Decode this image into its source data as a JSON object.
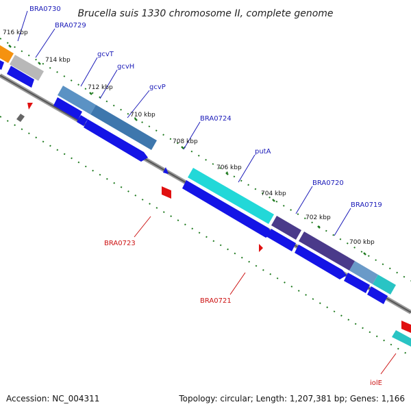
{
  "title": "Brucella suis 1330 chromosome II, complete genome",
  "footer": {
    "accession": "Accession: NC_004311",
    "topology": "Topology: circular; Length: 1,207,381 bp; Genes: 1,166"
  },
  "scale_labels": [
    "716 kbp",
    "714 kbp",
    "712 kbp",
    "710 kbp",
    "708 kbp",
    "706 kbp",
    "704 kbp",
    "702 kbp",
    "700 kbp"
  ],
  "gene_labels_forward": [
    "BRA0730",
    "BRA0729",
    "gcvT",
    "gcvH",
    "gcvP",
    "BRA0724",
    "putA",
    "BRA0720",
    "BRA0719"
  ],
  "gene_labels_reverse": [
    "BRA0723",
    "BRA0721",
    "iolE"
  ],
  "colors": {
    "backbone": "#7a7a7a",
    "cds": "#1414e6",
    "reverse_gene": "#e01010",
    "tick": "#1e7a1e",
    "orange": "#f5920f",
    "gray": "#b8b8b8",
    "steel_blue": "#4682b4",
    "cyan": "#22d8d8",
    "dark_slate": "#4a3a8a",
    "teal": "#29c4c4"
  }
}
